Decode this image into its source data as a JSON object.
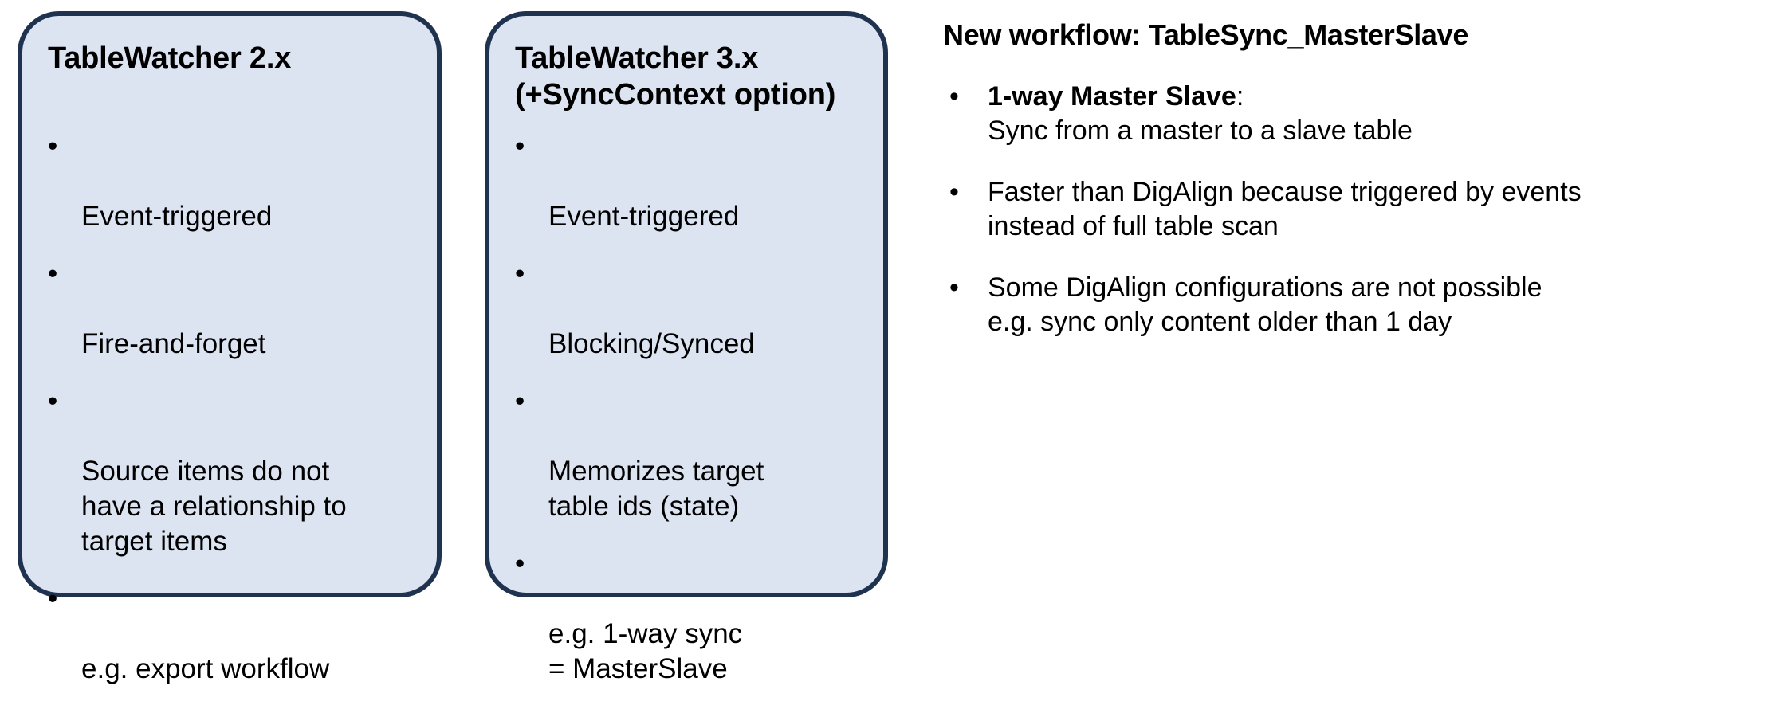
{
  "theme": {
    "card_fill": "#dde4f1",
    "card_border": "#1f3350",
    "text_color": "#000000",
    "page_background": "#ffffff",
    "bullet_glyph": "•"
  },
  "cards": [
    {
      "title": "TableWatcher 2.x",
      "items": [
        "Event-triggered",
        "Fire-and-forget",
        "Source items do not\nhave a relationship to\ntarget items",
        "e.g. export workflow"
      ]
    },
    {
      "title": "TableWatcher 3.x\n(+SyncContext option)",
      "items": [
        "Event-triggered",
        "Blocking/Synced",
        "Memorizes target\ntable ids (state)",
        "e.g. 1-way sync\n= MasterSlave"
      ]
    }
  ],
  "notes": {
    "heading": "New workflow: TableSync_MasterSlave",
    "items": [
      {
        "lead": "1-way Master Slave",
        "lead_suffix": ":",
        "body": "Sync from a master to a slave table"
      },
      {
        "lead": "",
        "lead_suffix": "",
        "body": "Faster than DigAlign because triggered by events\ninstead of full table scan"
      },
      {
        "lead": "",
        "lead_suffix": "",
        "body": "Some DigAlign configurations are not possible\ne.g. sync only content older than 1 day"
      }
    ]
  }
}
